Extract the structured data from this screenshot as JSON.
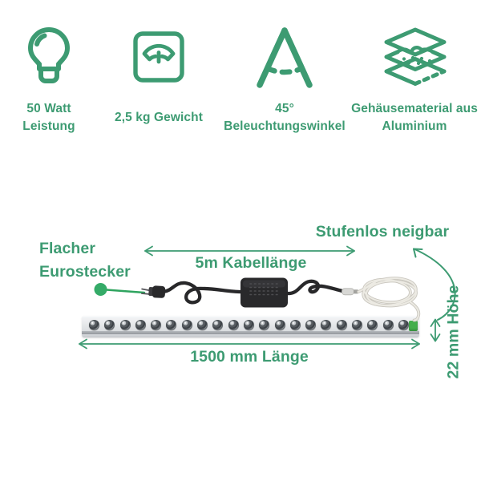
{
  "colors": {
    "brand_green": "#3D9B72",
    "accent_dot_green": "#35AB68",
    "pointer_line_green": "#2FA45F",
    "connector_green": "#43AE4C"
  },
  "features": [
    {
      "icon": "lightbulb-icon",
      "lines": [
        "50 Watt",
        "Leistung"
      ]
    },
    {
      "icon": "scale-icon",
      "lines": [
        "2,5 kg Gewicht"
      ]
    },
    {
      "icon": "beam-angle-icon",
      "lines": [
        "45°",
        "Beleuchtungswinkel"
      ]
    },
    {
      "icon": "layers-icon",
      "lines": [
        "Gehäusematerial aus",
        "Aluminium"
      ]
    }
  ],
  "diagram": {
    "plug_label": [
      "Flacher",
      "Eurostecker"
    ],
    "cable_length_label": "5m Kabellänge",
    "tilt_label": "Stufenlos neigbar",
    "length_label": "1500 mm Länge",
    "height_label": "22 mm Höhe",
    "led_count": 21
  }
}
